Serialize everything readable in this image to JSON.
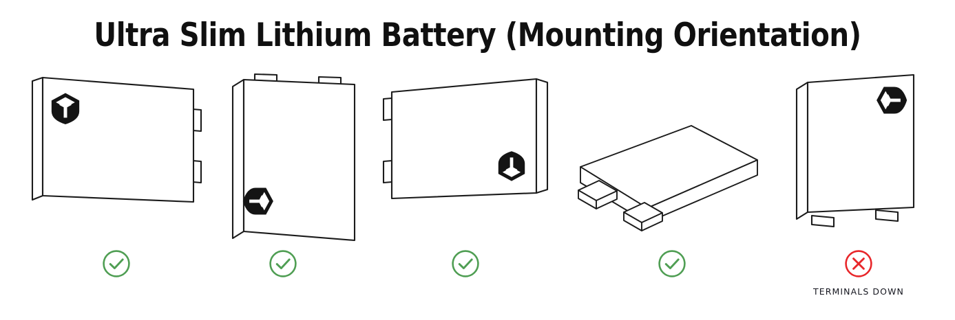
{
  "title": "Ultra Slim Lithium Battery (Mounting Orientation)",
  "colors": {
    "outline": "#1b1b1b",
    "body_fill": "#ffffff",
    "approved": "#4f9e53",
    "rejected": "#e8262a",
    "caption_text": "#15161f",
    "title_text": "#101010",
    "background": "#ffffff"
  },
  "figures": [
    {
      "id": "figure-1",
      "name": "landscape-terminals-right",
      "orientation": "Landscape, terminals right",
      "terminal_side": "right",
      "terminal_count": 2,
      "logo": "box-orientation-icon",
      "logo_rotation_deg": 0,
      "logo_position": "top-left",
      "verdict": "approved",
      "mark_icon": "check-circle-icon",
      "caption": ""
    },
    {
      "id": "figure-2",
      "name": "portrait-terminals-up",
      "orientation": "Portrait, terminals up",
      "terminal_side": "top",
      "terminal_count": 2,
      "logo": "box-orientation-icon",
      "logo_rotation_deg": 90,
      "logo_position": "bottom-left",
      "verdict": "approved",
      "mark_icon": "check-circle-icon",
      "caption": ""
    },
    {
      "id": "figure-3",
      "name": "landscape-terminals-left",
      "orientation": "Landscape, terminals left",
      "terminal_side": "left",
      "terminal_count": 2,
      "logo": "box-orientation-icon",
      "logo_rotation_deg": 180,
      "logo_position": "bottom-right",
      "verdict": "approved",
      "mark_icon": "check-circle-icon",
      "caption": ""
    },
    {
      "id": "figure-4",
      "name": "flat-lying-isometric",
      "orientation": "Flat, lying on back",
      "terminal_side": "front-left edge",
      "terminal_count": 2,
      "logo": "",
      "logo_rotation_deg": 0,
      "logo_position": "",
      "verdict": "approved",
      "mark_icon": "check-circle-icon",
      "caption": ""
    },
    {
      "id": "figure-5",
      "name": "portrait-terminals-down",
      "orientation": "Portrait, terminals down",
      "terminal_side": "bottom",
      "terminal_count": 2,
      "logo": "box-orientation-icon",
      "logo_rotation_deg": 270,
      "logo_position": "top-right",
      "verdict": "rejected",
      "mark_icon": "cross-circle-icon",
      "caption": "TERMINALS DOWN"
    }
  ]
}
